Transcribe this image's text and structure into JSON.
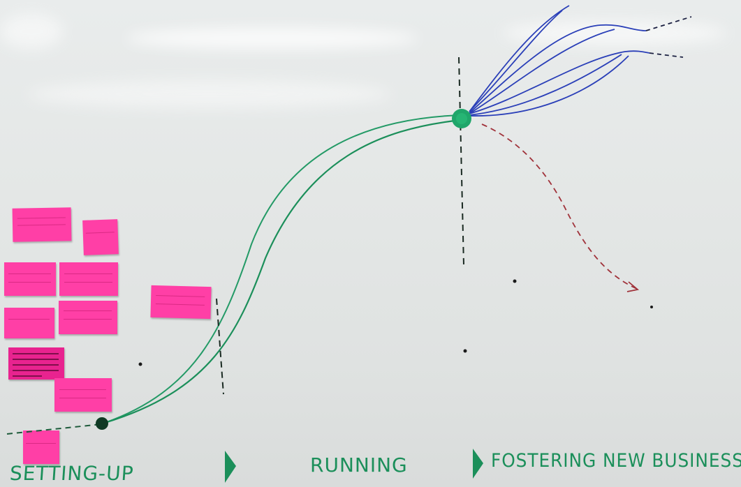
{
  "board": {
    "phase_labels": {
      "setup": "SETTING-UP",
      "running": "RUNNING",
      "fostering": "FOSTERING NEW BUSINESSES"
    }
  },
  "colors": {
    "board": "#e4e7e6",
    "sticky_note": "#ff3fa6",
    "green_marker": "#1b8f5a",
    "blue_marker": "#2a3fb8",
    "red_marker": "#a0323a",
    "black_marker": "#1a1a1a"
  },
  "icons": {
    "phase_arrow": "green-triangle-arrow"
  }
}
